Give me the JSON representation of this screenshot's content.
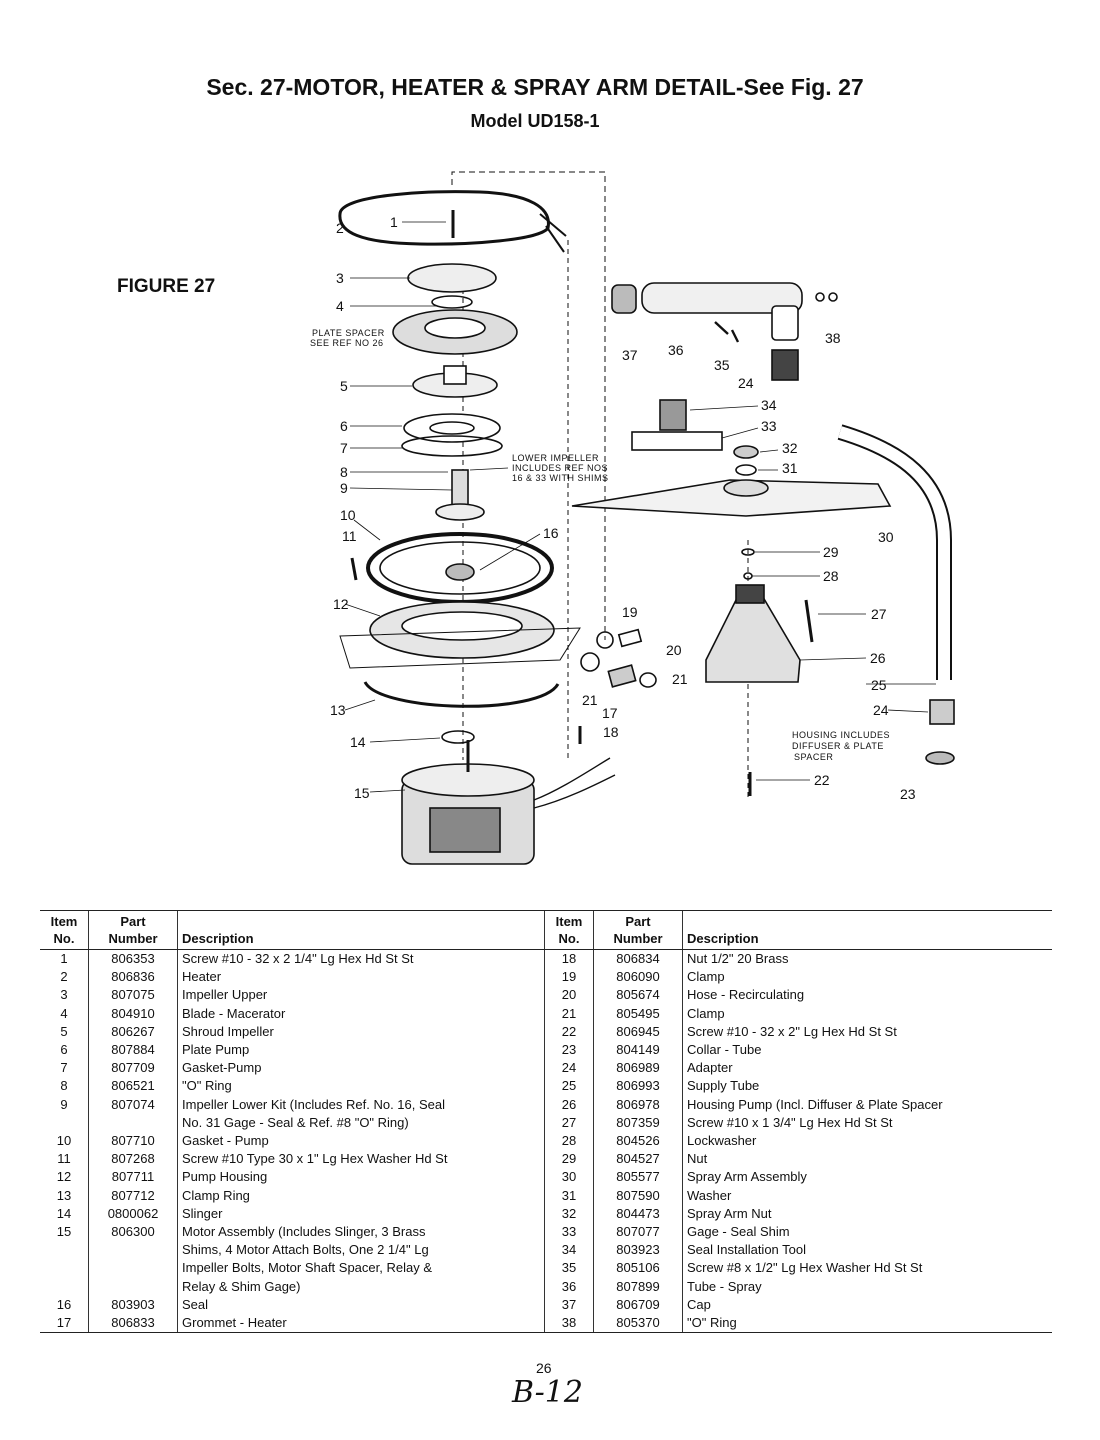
{
  "header": {
    "title": "Sec. 27-MOTOR, HEATER & SPRAY ARM DETAIL-See Fig. 27",
    "subtitle": "Model UD158-1",
    "figure_label": "FIGURE 27"
  },
  "diagram": {
    "callouts": [
      "1",
      "2",
      "3",
      "4",
      "5",
      "6",
      "7",
      "8",
      "9",
      "10",
      "11",
      "12",
      "13",
      "14",
      "15",
      "16",
      "17",
      "18",
      "19",
      "20",
      "21",
      "21",
      "22",
      "23",
      "24",
      "24",
      "25",
      "26",
      "27",
      "28",
      "29",
      "30",
      "31",
      "32",
      "33",
      "34",
      "35",
      "36",
      "37",
      "38"
    ],
    "notes": {
      "plate_spacer_1": "PLATE SPACER",
      "plate_spacer_2": "SEE REF NO 26",
      "lower_impeller_1": "LOWER IMPELLER",
      "lower_impeller_2": "INCLUDES REF NOS",
      "lower_impeller_3": "16 & 33 WITH SHIMS",
      "housing_1": "HOUSING INCLUDES",
      "housing_2": "DIFFUSER & PLATE",
      "housing_3": "SPACER"
    }
  },
  "table": {
    "headers": {
      "item": [
        "Item",
        "No."
      ],
      "part": [
        "Part",
        "Number"
      ],
      "desc": "Description",
      "item_right": [
        "Item",
        "No."
      ]
    },
    "left": [
      {
        "item": "1",
        "part": "806353",
        "desc": "Screw #10 - 32 x 2 1/4\" Lg Hex Hd St St"
      },
      {
        "item": "2",
        "part": "806836",
        "desc": "Heater"
      },
      {
        "item": "3",
        "part": "807075",
        "desc": "Impeller Upper"
      },
      {
        "item": "4",
        "part": "804910",
        "desc": "Blade - Macerator"
      },
      {
        "item": "5",
        "part": "806267",
        "desc": "Shroud Impeller"
      },
      {
        "item": "6",
        "part": "807884",
        "desc": "Plate Pump"
      },
      {
        "item": "7",
        "part": "807709",
        "desc": "Gasket-Pump"
      },
      {
        "item": "8",
        "part": "806521",
        "desc": "\"O\" Ring"
      },
      {
        "item": "9",
        "part": "807074",
        "desc": "Impeller Lower Kit (Includes Ref. No. 16, Seal"
      },
      {
        "item": "",
        "part": "",
        "desc": "No. 31 Gage - Seal & Ref. #8 \"O\" Ring)"
      },
      {
        "item": "10",
        "part": "807710",
        "desc": "Gasket - Pump"
      },
      {
        "item": "11",
        "part": "807268",
        "desc": "Screw #10 Type 30 x 1\" Lg Hex Washer Hd St"
      },
      {
        "item": "12",
        "part": "807711",
        "desc": "Pump Housing"
      },
      {
        "item": "13",
        "part": "807712",
        "desc": "Clamp Ring"
      },
      {
        "item": "14",
        "part": "0800062",
        "desc": "Slinger"
      },
      {
        "item": "15",
        "part": "806300",
        "desc": "Motor Assembly (Includes Slinger, 3 Brass"
      },
      {
        "item": "",
        "part": "",
        "desc": "Shims, 4 Motor Attach Bolts, One 2 1/4\" Lg"
      },
      {
        "item": "",
        "part": "",
        "desc": "Impeller Bolts, Motor Shaft Spacer, Relay &"
      },
      {
        "item": "",
        "part": "",
        "desc": "Relay & Shim Gage)"
      },
      {
        "item": "16",
        "part": "803903",
        "desc": "Seal"
      },
      {
        "item": "17",
        "part": "806833",
        "desc": "Grommet - Heater"
      }
    ],
    "right": [
      {
        "item": "18",
        "part": "806834",
        "desc": "Nut 1/2\" 20 Brass"
      },
      {
        "item": "19",
        "part": "806090",
        "desc": "Clamp"
      },
      {
        "item": "20",
        "part": "805674",
        "desc": "Hose - Recirculating"
      },
      {
        "item": "21",
        "part": "805495",
        "desc": "Clamp"
      },
      {
        "item": "22",
        "part": "806945",
        "desc": "Screw #10 - 32 x 2\" Lg Hex Hd St St"
      },
      {
        "item": "23",
        "part": "804149",
        "desc": "Collar - Tube"
      },
      {
        "item": "24",
        "part": "806989",
        "desc": "Adapter"
      },
      {
        "item": "25",
        "part": "806993",
        "desc": "Supply Tube"
      },
      {
        "item": "26",
        "part": "806978",
        "desc": "Housing Pump (Incl. Diffuser & Plate Spacer"
      },
      {
        "item": "27",
        "part": "807359",
        "desc": "Screw #10 x 1 3/4\" Lg Hex Hd St St"
      },
      {
        "item": "28",
        "part": "804526",
        "desc": "Lockwasher"
      },
      {
        "item": "29",
        "part": "804527",
        "desc": "Nut"
      },
      {
        "item": "30",
        "part": "805577",
        "desc": "Spray Arm Assembly"
      },
      {
        "item": "31",
        "part": "807590",
        "desc": "Washer"
      },
      {
        "item": "32",
        "part": "804473",
        "desc": "Spray Arm Nut"
      },
      {
        "item": "33",
        "part": "807077",
        "desc": "Gage - Seal Shim"
      },
      {
        "item": "34",
        "part": "803923",
        "desc": "Seal Installation Tool"
      },
      {
        "item": "35",
        "part": "805106",
        "desc": "Screw #8 x 1/2\" Lg Hex Washer Hd St St"
      },
      {
        "item": "36",
        "part": "807899",
        "desc": "Tube - Spray"
      },
      {
        "item": "37",
        "part": "806709",
        "desc": "Cap"
      },
      {
        "item": "38",
        "part": "805370",
        "desc": "\"O\" Ring"
      }
    ]
  },
  "footer": {
    "page_number": "26",
    "handwritten": "B-12"
  }
}
